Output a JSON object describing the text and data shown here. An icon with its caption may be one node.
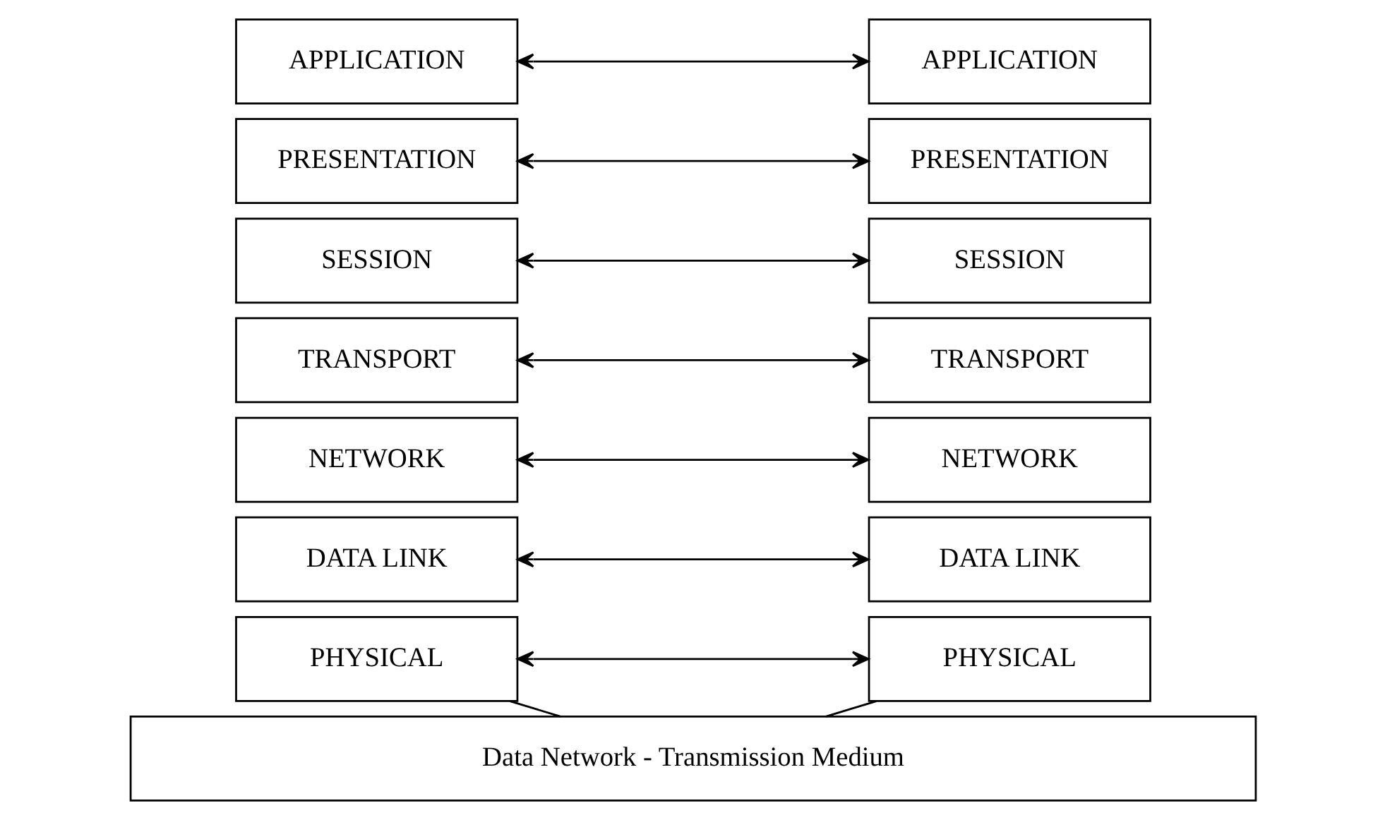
{
  "diagram": {
    "nodes": [
      {
        "text": [
          "APPLICATION"
        ]
      },
      {
        "text": [
          "PRESENTATION"
        ]
      },
      {
        "text": [
          "SESSION"
        ]
      },
      {
        "text": [
          "TRANSPORT"
        ]
      },
      {
        "text": [
          "NETWORK"
        ]
      },
      {
        "text": [
          "DATA LINK"
        ]
      },
      {
        "text": [
          "PHYSICAL"
        ]
      },
      {
        "text": [
          "APPLICATION"
        ]
      },
      {
        "text": [
          "PRESENTATION"
        ]
      },
      {
        "text": [
          "SESSION"
        ]
      },
      {
        "text": [
          "TRANSPORT"
        ]
      },
      {
        "text": [
          "NETWORK"
        ]
      },
      {
        "text": [
          "DATA LINK"
        ]
      },
      {
        "text": [
          "PHYSICAL"
        ]
      },
      {
        "text": [
          "Data Network - Transmission Medium"
        ]
      }
    ],
    "edges": [
      {
        "from": 0,
        "to": 7,
        "arrow": "both"
      },
      {
        "from": 1,
        "to": 8,
        "arrow": "both"
      },
      {
        "from": 2,
        "to": 9,
        "arrow": "both"
      },
      {
        "from": 3,
        "to": 10,
        "arrow": "both"
      },
      {
        "from": 4,
        "to": 11,
        "arrow": "both"
      },
      {
        "from": 5,
        "to": 12,
        "arrow": "both"
      },
      {
        "from": 6,
        "to": 13,
        "arrow": "both"
      },
      {
        "from": 6,
        "to": 14,
        "arrow": "none"
      },
      {
        "from": 13,
        "to": 14,
        "arrow": "none"
      }
    ]
  }
}
